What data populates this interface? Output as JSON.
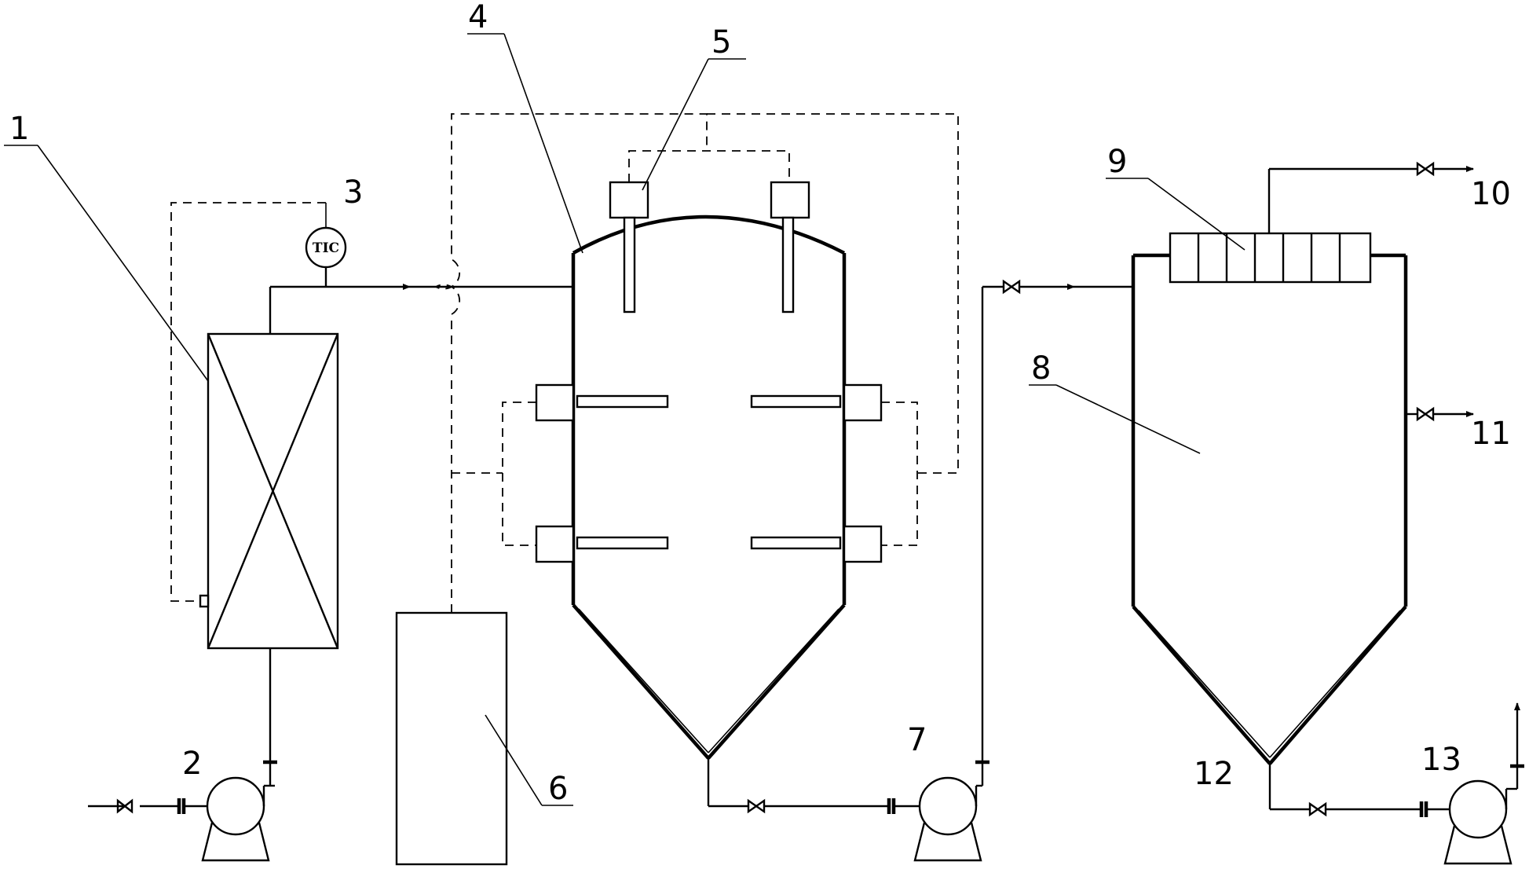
{
  "labels": {
    "heat_exchanger": "1",
    "feed_pump": "2",
    "temperature_controller": "3",
    "reactor": "4",
    "top_electrode": "5",
    "power_supply": "6",
    "transfer_pump": "7",
    "settling_tank": "8",
    "membrane_module": "9",
    "outlet_top": "10",
    "outlet_side": "11",
    "tank_bottom": "12",
    "discharge_pump": "13",
    "tic_text": "TIC"
  }
}
